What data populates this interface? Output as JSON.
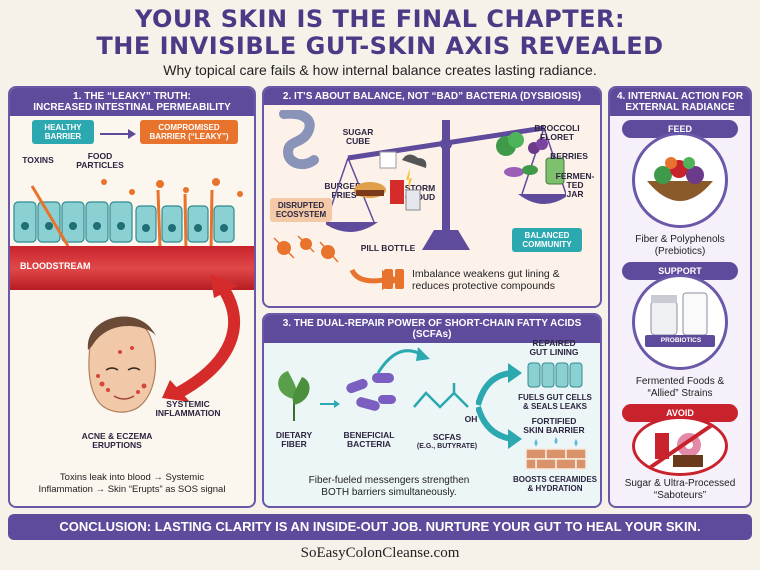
{
  "header": {
    "title_line1": "YOUR SKIN IS THE FINAL CHAPTER:",
    "title_line2": "THE INVISIBLE GUT-SKIN AXIS REVEALED",
    "subtitle": "Why topical care fails & how internal balance creates lasting radiance."
  },
  "panel1": {
    "heading_line1": "1. THE “LEAKY” TRUTH:",
    "heading_line2": "INCREASED INTESTINAL PERMEABILITY",
    "healthy_line1": "HEALTHY",
    "healthy_line2": "BARRIER",
    "compromised_line1": "COMPROMISED",
    "compromised_line2": "BARRIER (“LEAKY”)",
    "toxins": "TOXINS",
    "food_line1": "FOOD",
    "food_line2": "PARTICLES",
    "bloodstream": "BLOODSTREAM",
    "systemic_line1": "SYSTEMIC",
    "systemic_line2": "INFLAMMATION",
    "acne_line1": "ACNE & ECZEMA",
    "acne_line2": "ERUPTIONS",
    "caption_line1": "Toxins leak into blood → Systemic",
    "caption_line2": "Inflammation → Skin “Erupts” as SOS signal"
  },
  "panel2": {
    "heading": "2. IT’S ABOUT BALANCE, NOT “BAD” BACTERIA (DYSBIOSIS)",
    "sugar_line1": "SUGAR",
    "sugar_line2": "CUBE",
    "burger_line1": "BURGER/",
    "burger_line2": "FRIES",
    "storm_line1": "STORM",
    "storm_line2": "CLOUD",
    "pill": "PILL BOTTLE",
    "disrupted_line1": "DISRUPTED",
    "disrupted_line2": "ECOSYSTEM",
    "broccoli_line1": "BROCCOLI",
    "broccoli_line2": "FLORET",
    "berries": "BERRIES",
    "jar_line1": "FERMEN-",
    "jar_line2": "TED",
    "jar_line3": "JAR",
    "balanced_line1": "BALANCED",
    "balanced_line2": "COMMUNITY",
    "caption_line1": "Imbalance weakens gut lining &",
    "caption_line2": "reduces protective compounds"
  },
  "panel3": {
    "heading": "3. THE DUAL-REPAIR POWER OF SHORT-CHAIN FATTY ACIDS (SCFAs)",
    "fiber_line1": "DIETARY",
    "fiber_line2": "FIBER",
    "bact_line1": "BENEFICIAL",
    "bact_line2": "BACTERIA",
    "scfa_line1": "SCFAs",
    "scfa_line2": "(e.g., BUTYRATE)",
    "oh": "OH",
    "repaired_line1": "REPAIRED",
    "repaired_line2": "GUT LINING",
    "fuels_line1": "FUELS GUT CELLS",
    "fuels_line2": "& SEALS LEAKS",
    "fortified_line1": "FORTIFIED",
    "fortified_line2": "SKIN BARRIER",
    "boosts_line1": "BOOSTS CERAMIDES",
    "boosts_line2": "& HYDRATION",
    "caption_line1": "Fiber-fueled messengers strengthen",
    "caption_line2": "BOTH barriers simultaneously."
  },
  "panel4": {
    "heading_line1": "4. INTERNAL ACTION FOR",
    "heading_line2": "EXTERNAL RADIANCE",
    "feed": "FEED",
    "feed_line1": "Fiber & Polyphenols",
    "feed_line2": "(Prebiotics)",
    "support": "SUPPORT",
    "probiotics": "PROBIOTICS",
    "support_line1": "Fermented Foods &",
    "support_line2": "“Allied” Strains",
    "avoid": "AVOID",
    "avoid_line1": "Sugar & Ultra-Processed",
    "avoid_line2": "“Saboteurs”"
  },
  "conclusion": "CONCLUSION: LASTING CLARITY IS AN INSIDE-OUT JOB. NURTURE YOUR GUT TO HEAL YOUR SKIN.",
  "footer": "SoEasyColonCleanse.com",
  "colors": {
    "purple": "#5f4b9b",
    "teal": "#2ba8b0",
    "orange": "#e8732c",
    "red": "#c8232c",
    "green": "#3f9a4a"
  },
  "icons": [
    "gut-cells-icon",
    "bloodstream-icon",
    "face-icon",
    "scale-icon",
    "junk-food-icon",
    "healthy-food-icon",
    "leaf-icon",
    "bacteria-icon",
    "molecule-icon",
    "brick-wall-icon",
    "food-bowl-icon",
    "probiotic-jars-icon",
    "no-junk-icon"
  ]
}
